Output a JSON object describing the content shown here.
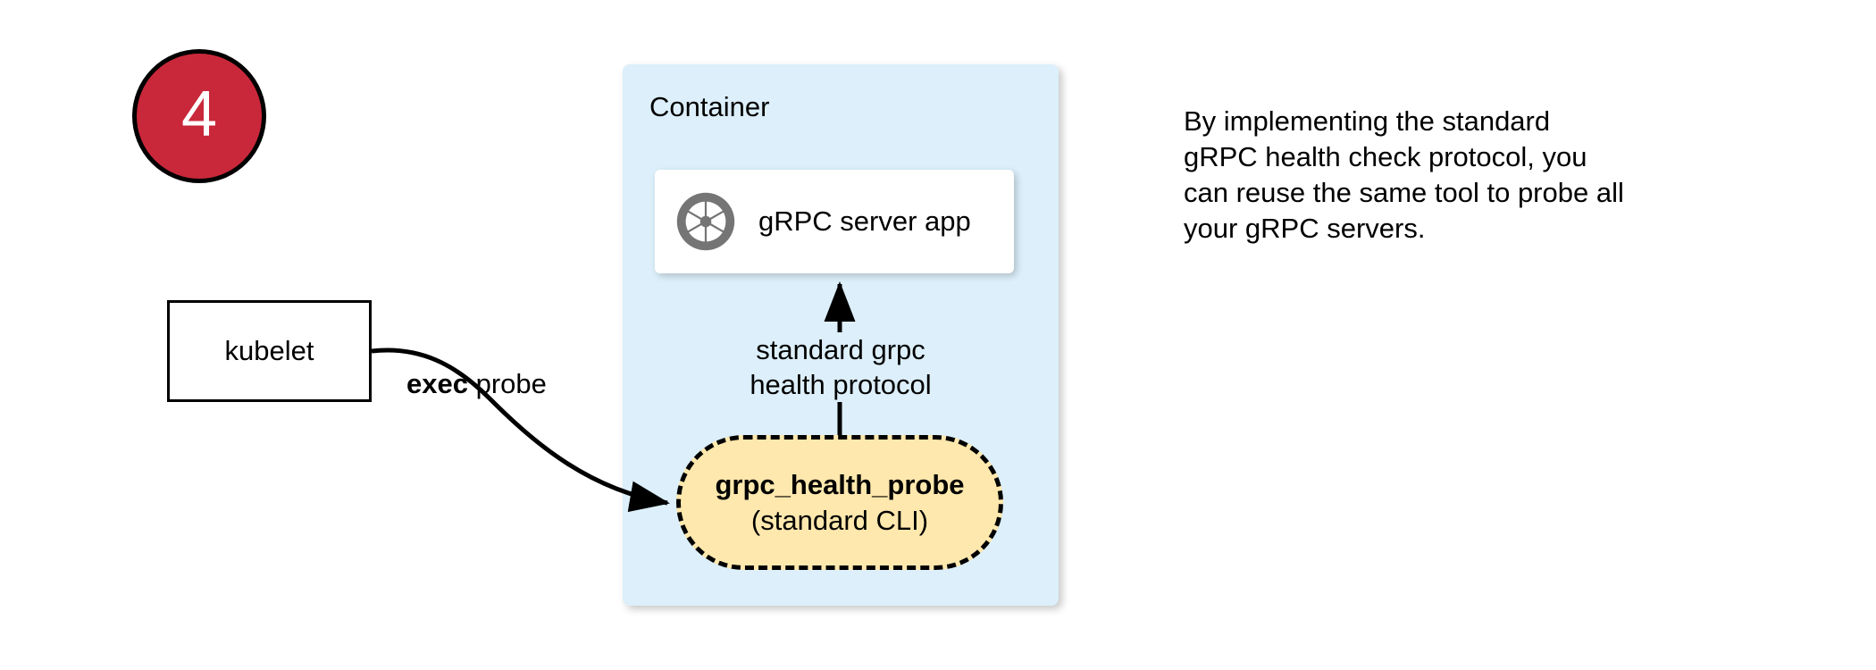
{
  "step": {
    "number": "4",
    "badge_color": "#C9283A",
    "badge_text_color": "#FFFFFF"
  },
  "container": {
    "title": "Container",
    "fill_color": "#DCEFFA"
  },
  "server_card": {
    "icon": "grpc-aperture-icon",
    "icon_color": "#757575",
    "label": "gRPC server app",
    "fill_color": "#FFFFFF"
  },
  "kubelet": {
    "label": "kubelet",
    "fill_color": "#FFFFFF",
    "border_color": "#000000"
  },
  "exec_probe_edge": {
    "label_strong": "exec",
    "label_rest": " probe",
    "direction": "kubelet-to-grpc_health_probe"
  },
  "protocol_edge": {
    "line1": "standard grpc",
    "line2": "health protocol",
    "direction": "grpc_health_probe-to-grpc-server-app"
  },
  "probe_pill": {
    "title": "grpc_health_probe",
    "subtitle": "(standard CLI)",
    "fill_color": "#FFE8AD",
    "border_style": "dashed",
    "border_color": "#000000"
  },
  "side_note": {
    "line1": "By implementing the standard",
    "line2": "gRPC health check protocol, you",
    "line3": "can reuse the same tool to probe all",
    "line4": "your gRPC servers."
  }
}
